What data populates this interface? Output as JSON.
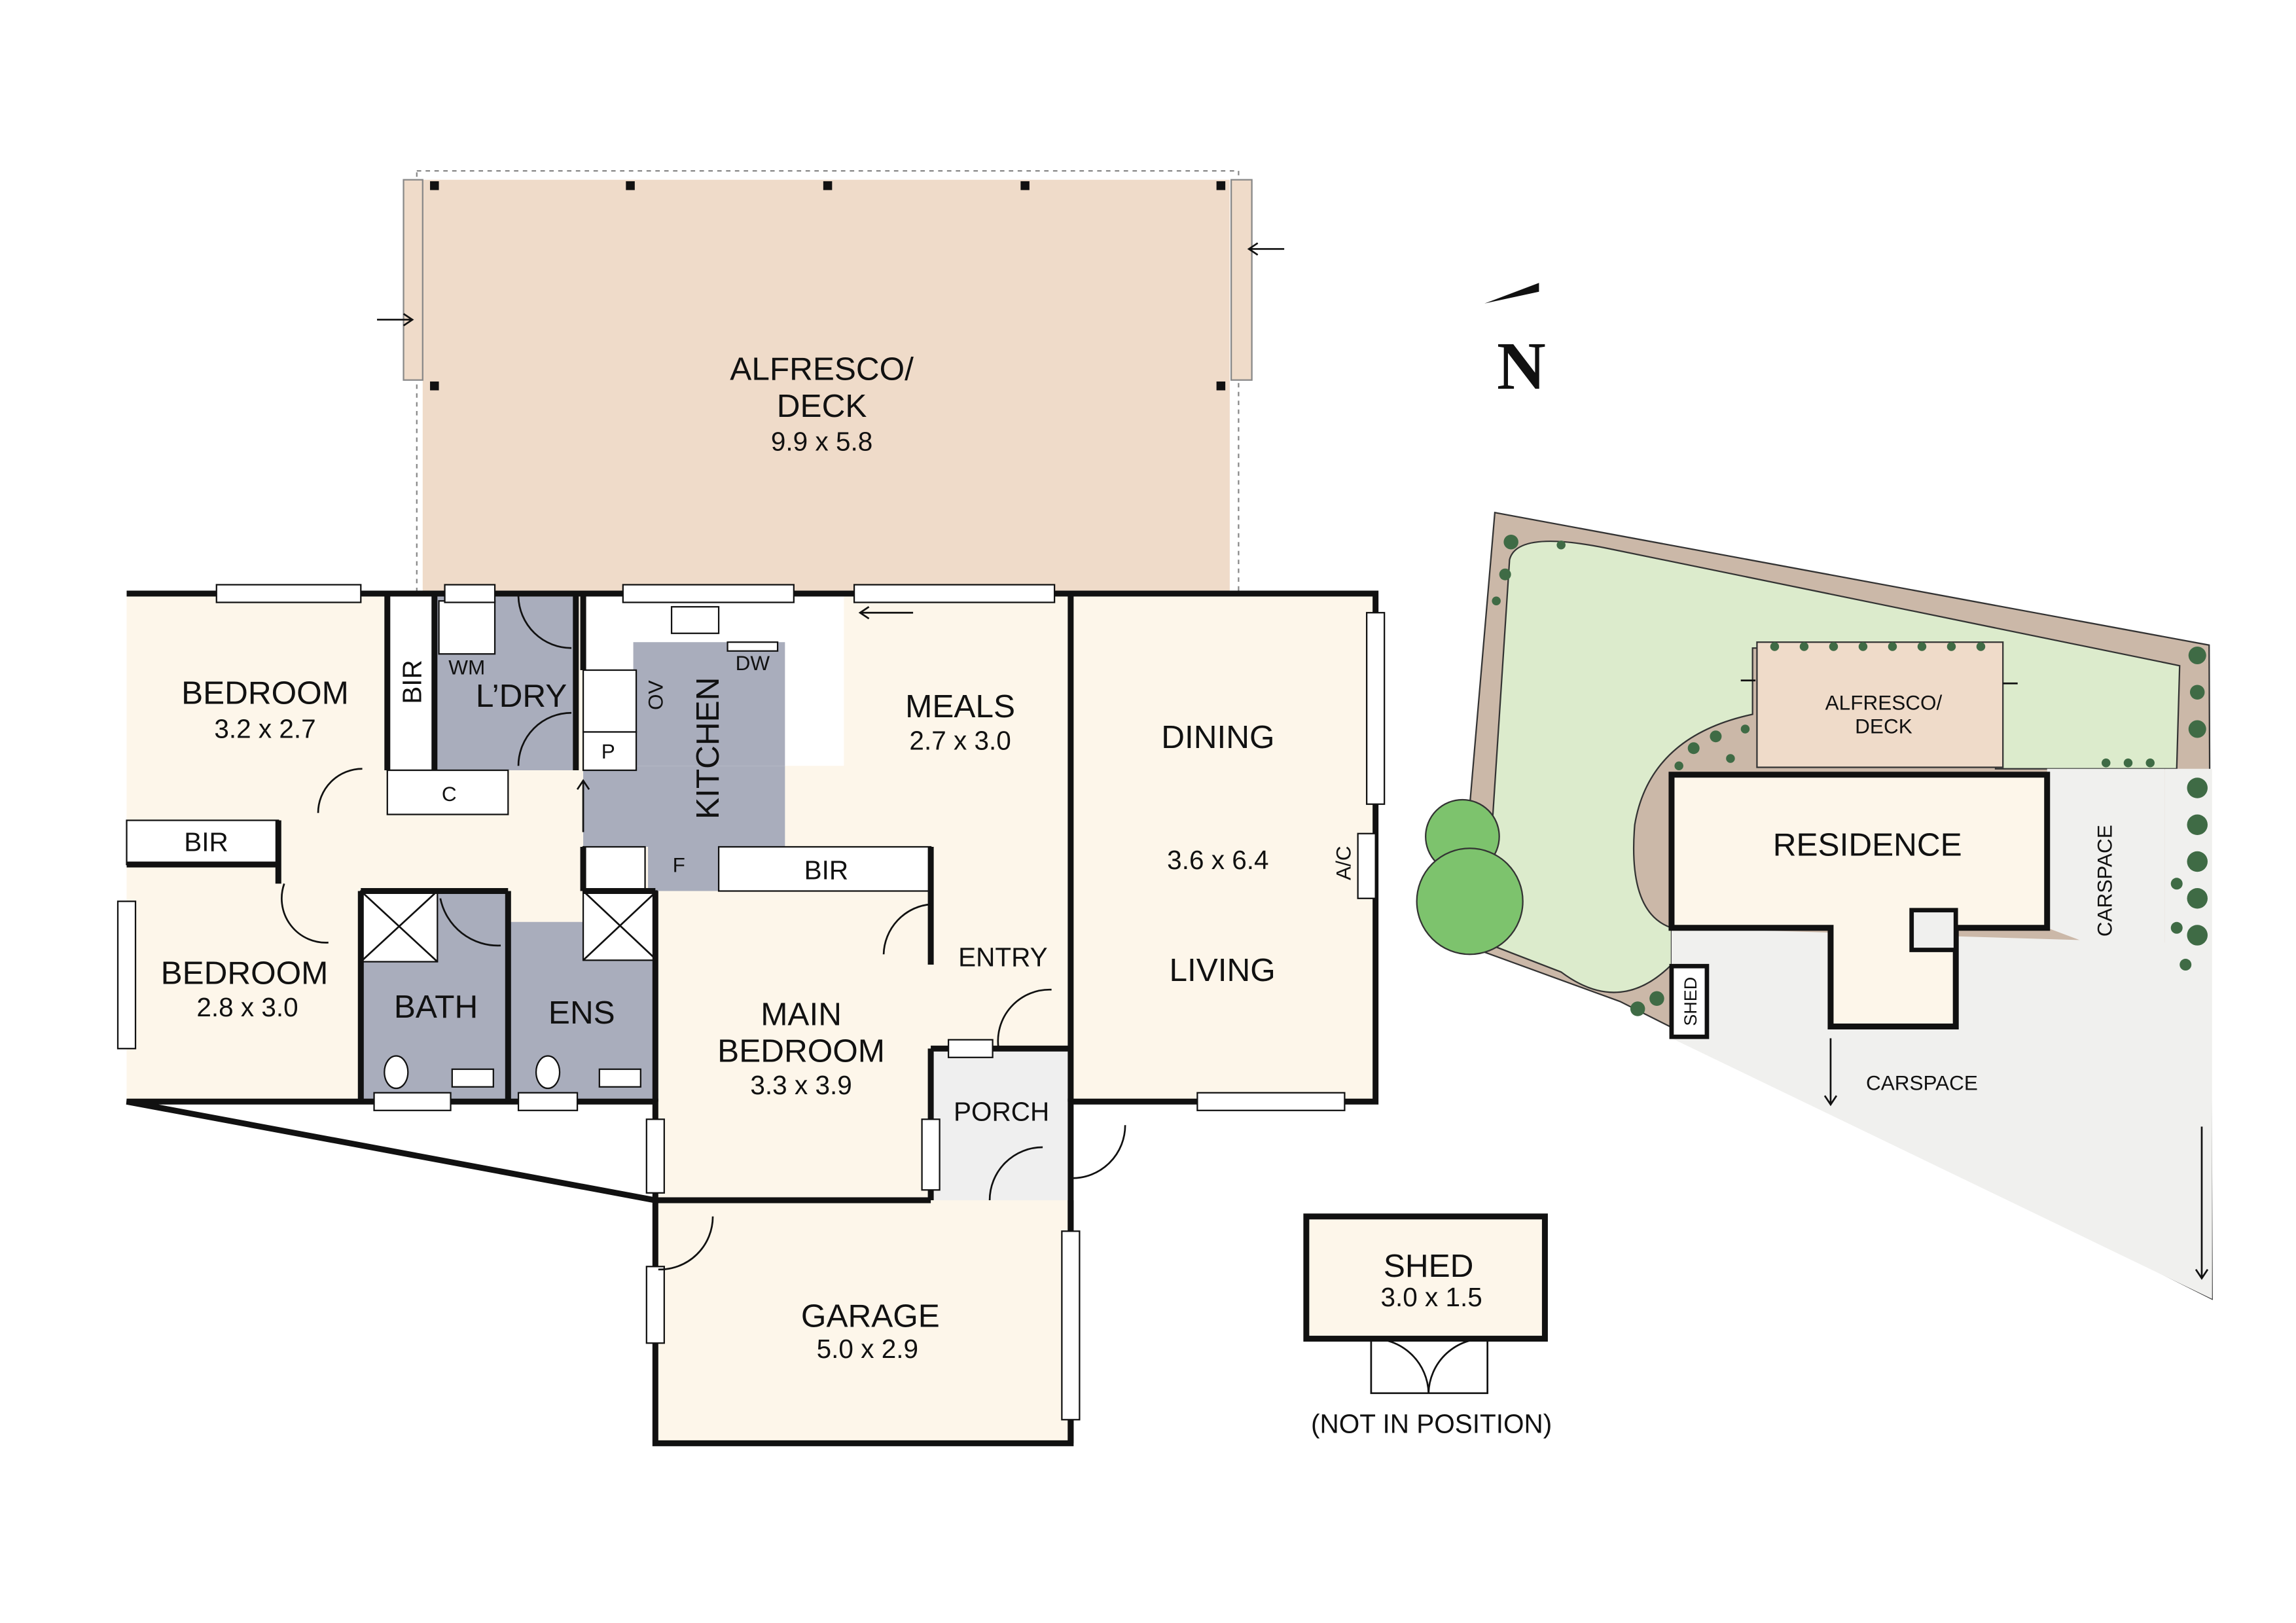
{
  "colors": {
    "deck": "#efdbc9",
    "room": "#fdf6ea",
    "wet_area": "#a9adbc",
    "grass": "#dcebcc",
    "path": "#cbb8a8",
    "carspace": "#f0f0ee",
    "tree": "#7dc36d",
    "shrub": "#3f6b45",
    "wall": "#111111"
  },
  "compass": {
    "label": "N",
    "icon": "north-arrow-icon"
  },
  "rooms": {
    "alfresco": {
      "name1": "ALFRESCO/",
      "name2": "DECK",
      "size": "9.9 x 5.8"
    },
    "bedroom2": {
      "name": "BEDROOM",
      "size": "3.2 x 2.7"
    },
    "bedroom3": {
      "name": "BEDROOM",
      "size": "2.8 x 3.0"
    },
    "laundry": {
      "name": "L’DRY",
      "wm": "WM"
    },
    "kitchen": {
      "name": "KITCHEN",
      "ov": "OV",
      "dw": "DW",
      "p": "P",
      "f": "F"
    },
    "meals": {
      "name": "MEALS",
      "size": "2.7 x 3.0"
    },
    "dining_living": {
      "name1": "DINING",
      "size": "3.6 x 6.4",
      "name2": "LIVING",
      "ac": "A/C"
    },
    "bath": {
      "name": "BATH"
    },
    "ensuite": {
      "name": "ENS"
    },
    "main_bedroom": {
      "name1": "MAIN",
      "name2": "BEDROOM",
      "size": "3.3 x 3.9"
    },
    "entry": {
      "name": "ENTRY"
    },
    "porch": {
      "name": "PORCH"
    },
    "garage": {
      "name": "GARAGE",
      "size": "5.0 x 2.9"
    },
    "bir_labels": [
      "BIR",
      "BIR",
      "BIR"
    ],
    "cupboard": "C"
  },
  "shed": {
    "name": "SHED",
    "size": "3.0 x 1.5",
    "note": "(NOT IN POSITION)"
  },
  "site_plan": {
    "alfresco1": "ALFRESCO/",
    "alfresco2": "DECK",
    "residence": "RESIDENCE",
    "carspace_side": "CARSPACE",
    "carspace_front": "CARSPACE",
    "shed": "SHED"
  }
}
